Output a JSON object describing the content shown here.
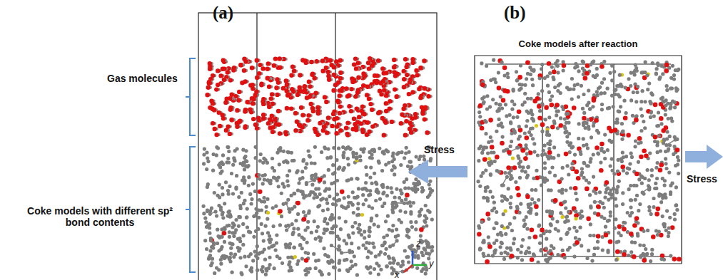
{
  "diagram": {
    "labels": [
      "(a)",
      "(b)",
      "Gas molecules",
      "Coke models with different sp² bond contents",
      "Coke models after reaction",
      "Stress",
      "Stress",
      "z",
      "y",
      "x"
    ]
  }
}
